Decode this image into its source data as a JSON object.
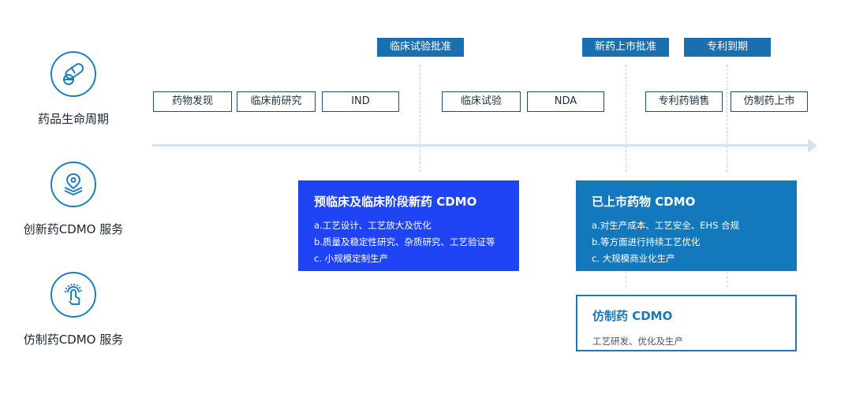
{
  "rows": [
    {
      "label": "药品生命周期",
      "icon": "capsule-pill-icon"
    },
    {
      "label": "创新药CDMO 服务",
      "icon": "layered-location-pin-icon"
    },
    {
      "label": "仿制药CDMO 服务",
      "icon": "touch-fingerprint-icon"
    }
  ],
  "milestones": [
    "临床试验批准",
    "新药上市批准",
    "专利到期"
  ],
  "stages": [
    "药物发现",
    "临床前研究",
    "IND",
    "临床试验",
    "NDA",
    "专利药销售",
    "仿制药上市"
  ],
  "panels": {
    "innovative_early": {
      "title": "预临床及临床阶段新药 CDMO",
      "items": [
        "a.工艺设计、工艺放大及优化",
        "b.质量及稳定性研究、杂质研究、工艺验证等",
        "c. 小规模定制生产"
      ],
      "color": "#1f44f5"
    },
    "innovative_marketed": {
      "title": "已上市药物 CDMO",
      "items": [
        "a.对生产成本、工艺安全、EHS 合规",
        "b.等方面进行持续工艺优化",
        "c. 大规模商业化生产"
      ],
      "color": "#1479bc"
    },
    "generic": {
      "title": "仿制药 CDMO",
      "items": [
        "工艺研发、优化及生产"
      ],
      "color": "#1f79b2"
    }
  },
  "colors": {
    "milestone": "#1b6fae",
    "timeline": "#cfe6f2",
    "icon_stroke": "#1d7ec0"
  }
}
